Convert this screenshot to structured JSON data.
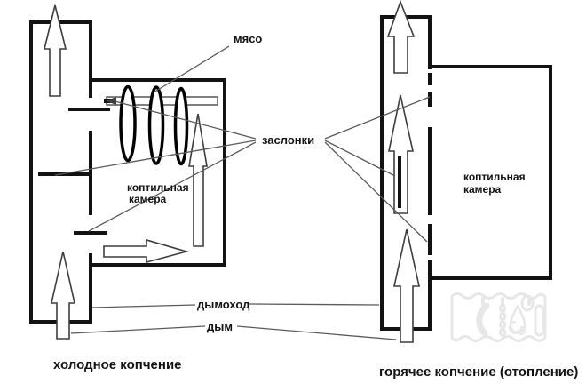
{
  "diagram": {
    "labels": {
      "meat": "мясо",
      "dampers": "заслонки",
      "chamber_line1": "коптильная",
      "chamber_line2": "камера",
      "flue": "дымоход",
      "smoke": "дым"
    },
    "captions": {
      "cold": "холодное копчение",
      "hot": "горячее копчение (отопление)"
    },
    "colors": {
      "ink": "#121212",
      "annotation": "#5a5a5a",
      "arrow_outline": "#3d3d3d",
      "watermark": "#e7e7e7",
      "background": "#ffffff"
    }
  }
}
